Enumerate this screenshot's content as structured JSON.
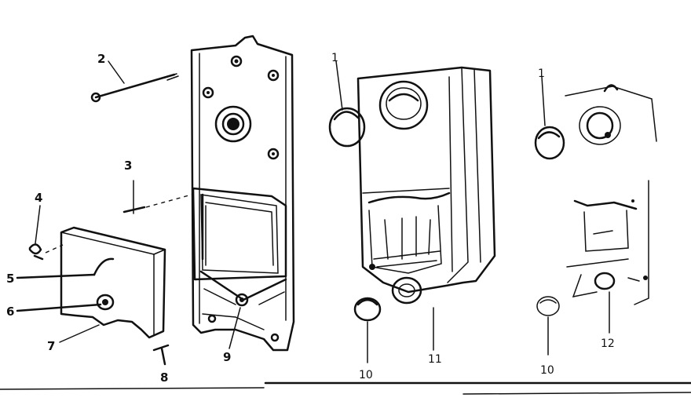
{
  "callouts": {
    "c1a": "1",
    "c1b": "1",
    "c2": "2",
    "c3": "3",
    "c4": "4",
    "c5": "5",
    "c6": "6",
    "c7": "7",
    "c8": "8",
    "c9": "9",
    "c10a": "10",
    "c10b": "10",
    "c11": "11",
    "c12": "12"
  },
  "colors": {
    "ink": "#111111",
    "paper": "#ffffff"
  }
}
